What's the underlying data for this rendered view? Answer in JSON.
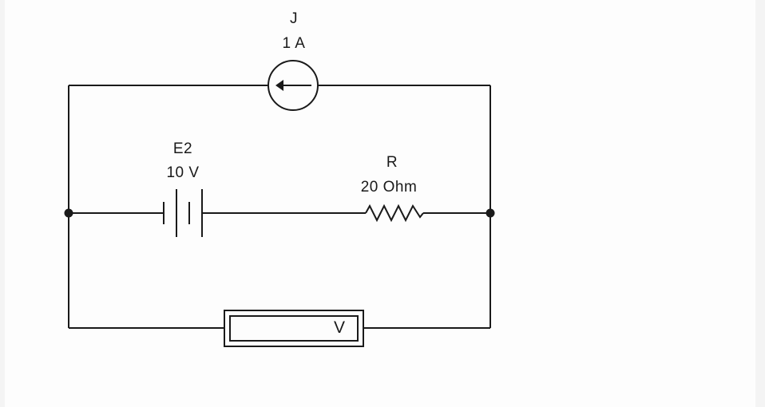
{
  "current_source": {
    "name": "J",
    "value": "1 A"
  },
  "battery": {
    "name": "E2",
    "value": "10 V"
  },
  "resistor": {
    "name": "R",
    "value": "20 Ohm"
  },
  "voltmeter": {
    "symbol": "V"
  },
  "colors": {
    "wire": "#1a1a1a",
    "background": "#fdfdfd"
  }
}
